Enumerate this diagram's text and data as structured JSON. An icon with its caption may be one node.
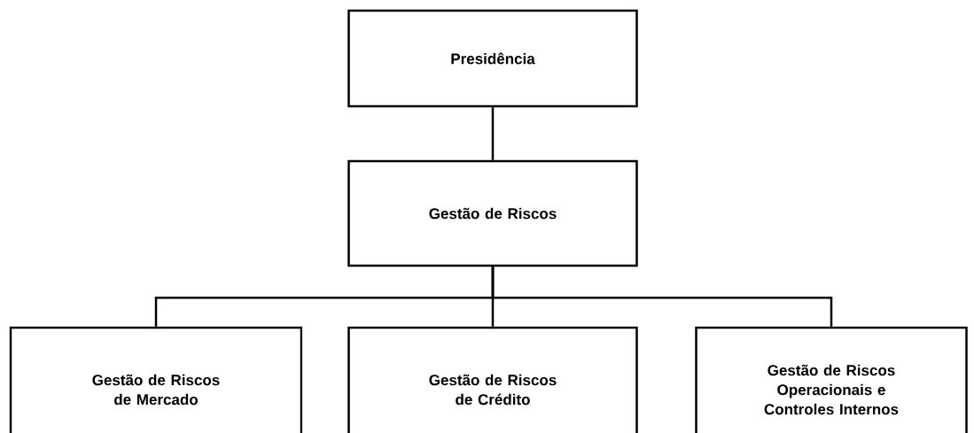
{
  "diagram": {
    "nodes": [
      {
        "text": [
          "Presidência"
        ]
      },
      {
        "text": [
          "Gestão de Riscos"
        ]
      },
      {
        "text": [
          "Gestão de Riscos de Mercado"
        ]
      },
      {
        "text": [
          "Gestão de Riscos de Crédito"
        ]
      },
      {
        "text": [
          "Gestão de Riscos Operacionais e Controles Internos"
        ]
      }
    ],
    "edges": [
      {
        "from": 0,
        "to": 1,
        "arrow": "none"
      },
      {
        "from": 1,
        "to": 2,
        "arrow": "none"
      },
      {
        "from": 1,
        "to": 3,
        "arrow": "none"
      },
      {
        "from": 1,
        "to": 4,
        "arrow": "none"
      }
    ]
  }
}
